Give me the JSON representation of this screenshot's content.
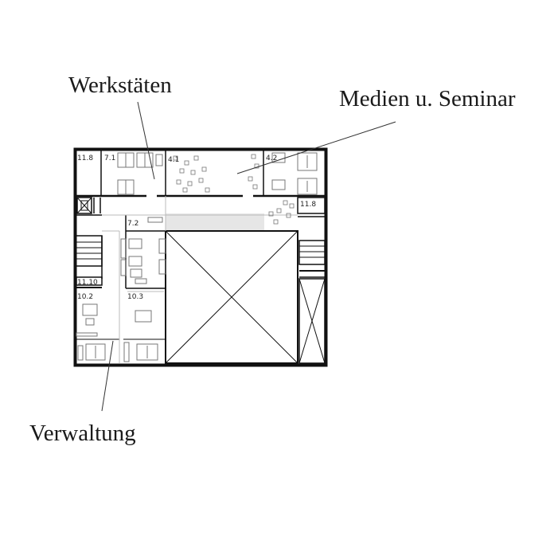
{
  "labels": {
    "workshops": "Werkstäten",
    "media": "Medien u. Seminar",
    "administration": "Verwaltung"
  },
  "rooms": {
    "r11_8a": "11.8",
    "r7_1": "7.1",
    "r4_1": "4.1",
    "r4_2": "4.2",
    "r11_8b": "11.8",
    "r7_2": "7.2",
    "r11_10": "11.10",
    "r10_2": "10.2",
    "r10_3": "10.3"
  },
  "colors": {
    "wall": "#111111",
    "line": "#555555",
    "light": "#bbbbbb",
    "highlight": "#e6e6e6"
  }
}
